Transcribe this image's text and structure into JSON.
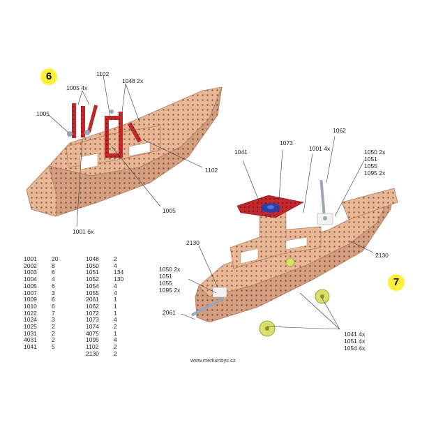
{
  "steps": {
    "six": "6",
    "seven": "7"
  },
  "labels_step6": {
    "p1102_top": "1102",
    "p1048": "1048 2x",
    "p1005_4x": "1005 4x",
    "p1005_left": "1005",
    "p1102_right": "1102",
    "p1005_bottom": "1005",
    "p1001": "1001 6x"
  },
  "labels_step7": {
    "p1041": "1041",
    "p1073": "1073",
    "p1001": "1001 4x",
    "p1062": "1062",
    "p1050_group": [
      "1050 2x",
      "1051",
      "1055",
      "1095 2x"
    ],
    "p2130_right": "2130",
    "p2130_left": "2130",
    "p1050_left_group": [
      "1050 2x",
      "1051",
      "1055",
      "1095 2x"
    ],
    "p2061": "2061",
    "wheel_group": [
      "1041 4x",
      "1051 4x",
      "1054 4x"
    ]
  },
  "parts_list_left": [
    [
      "1001",
      "20"
    ],
    [
      "2002",
      "8"
    ],
    [
      "1003",
      "6"
    ],
    [
      "1004",
      "4"
    ],
    [
      "1005",
      "6"
    ],
    [
      "1007",
      "3"
    ],
    [
      "1009",
      "6"
    ],
    [
      "1010",
      "6"
    ],
    [
      "1022",
      "7"
    ],
    [
      "1024",
      "3"
    ],
    [
      "1025",
      "2"
    ],
    [
      "1031",
      "2"
    ],
    [
      "4031",
      "2"
    ],
    [
      "1041",
      "5"
    ]
  ],
  "parts_list_right": [
    [
      "1048",
      "2"
    ],
    [
      "1050",
      "4"
    ],
    [
      "1051",
      "134"
    ],
    [
      "1052",
      "130"
    ],
    [
      "1054",
      "4"
    ],
    [
      "1055",
      "4"
    ],
    [
      "2061",
      "1"
    ],
    [
      "1062",
      "1"
    ],
    [
      "1072",
      "1"
    ],
    [
      "1073",
      "4"
    ],
    [
      "1074",
      "2"
    ],
    [
      "4075",
      "1"
    ],
    [
      "1095",
      "4"
    ],
    [
      "1102",
      "2"
    ],
    [
      "2130",
      "2"
    ]
  ],
  "website": "www.merkurtoys.cz",
  "colors": {
    "hull": "#e8b896",
    "hull_shade": "#c98f6e",
    "hole": "#8a5a44",
    "red_part": "#c0282c",
    "blue_part": "#2a3fa8",
    "wheel": "#d8e06a",
    "step_badge": "#ffef3a"
  }
}
